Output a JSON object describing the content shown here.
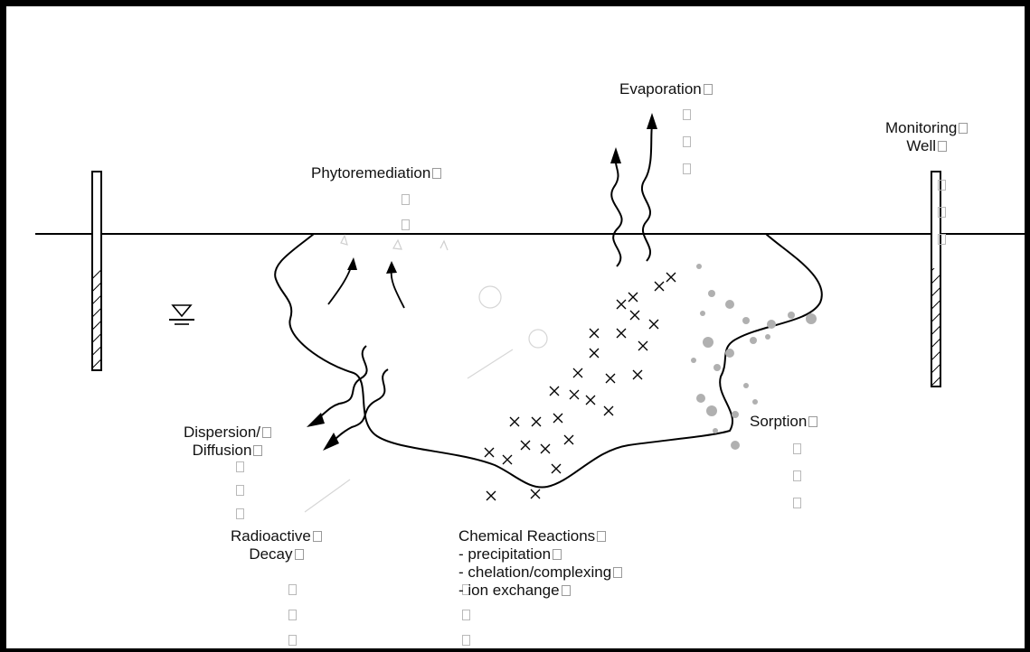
{
  "labels": {
    "evaporation": "Evaporation",
    "monitoring_line1": "Monitoring",
    "monitoring_line2": "Well",
    "phytoremediation": "Phytoremediation",
    "dispersion_line1": "Dispersion/",
    "dispersion_line2": "Diffusion",
    "sorption": "Sorption",
    "radioactive_line1": "Radioactive",
    "radioactive_line2": "Decay",
    "chemical_title": "Chemical Reactions",
    "chemical_items": [
      "precipitation",
      "chelation/complexing",
      "ion exchange"
    ]
  },
  "colors": {
    "line": "#000000",
    "sorption_dots": "#b0b0b0",
    "ghost_glyphs": "#c8c8c8"
  }
}
